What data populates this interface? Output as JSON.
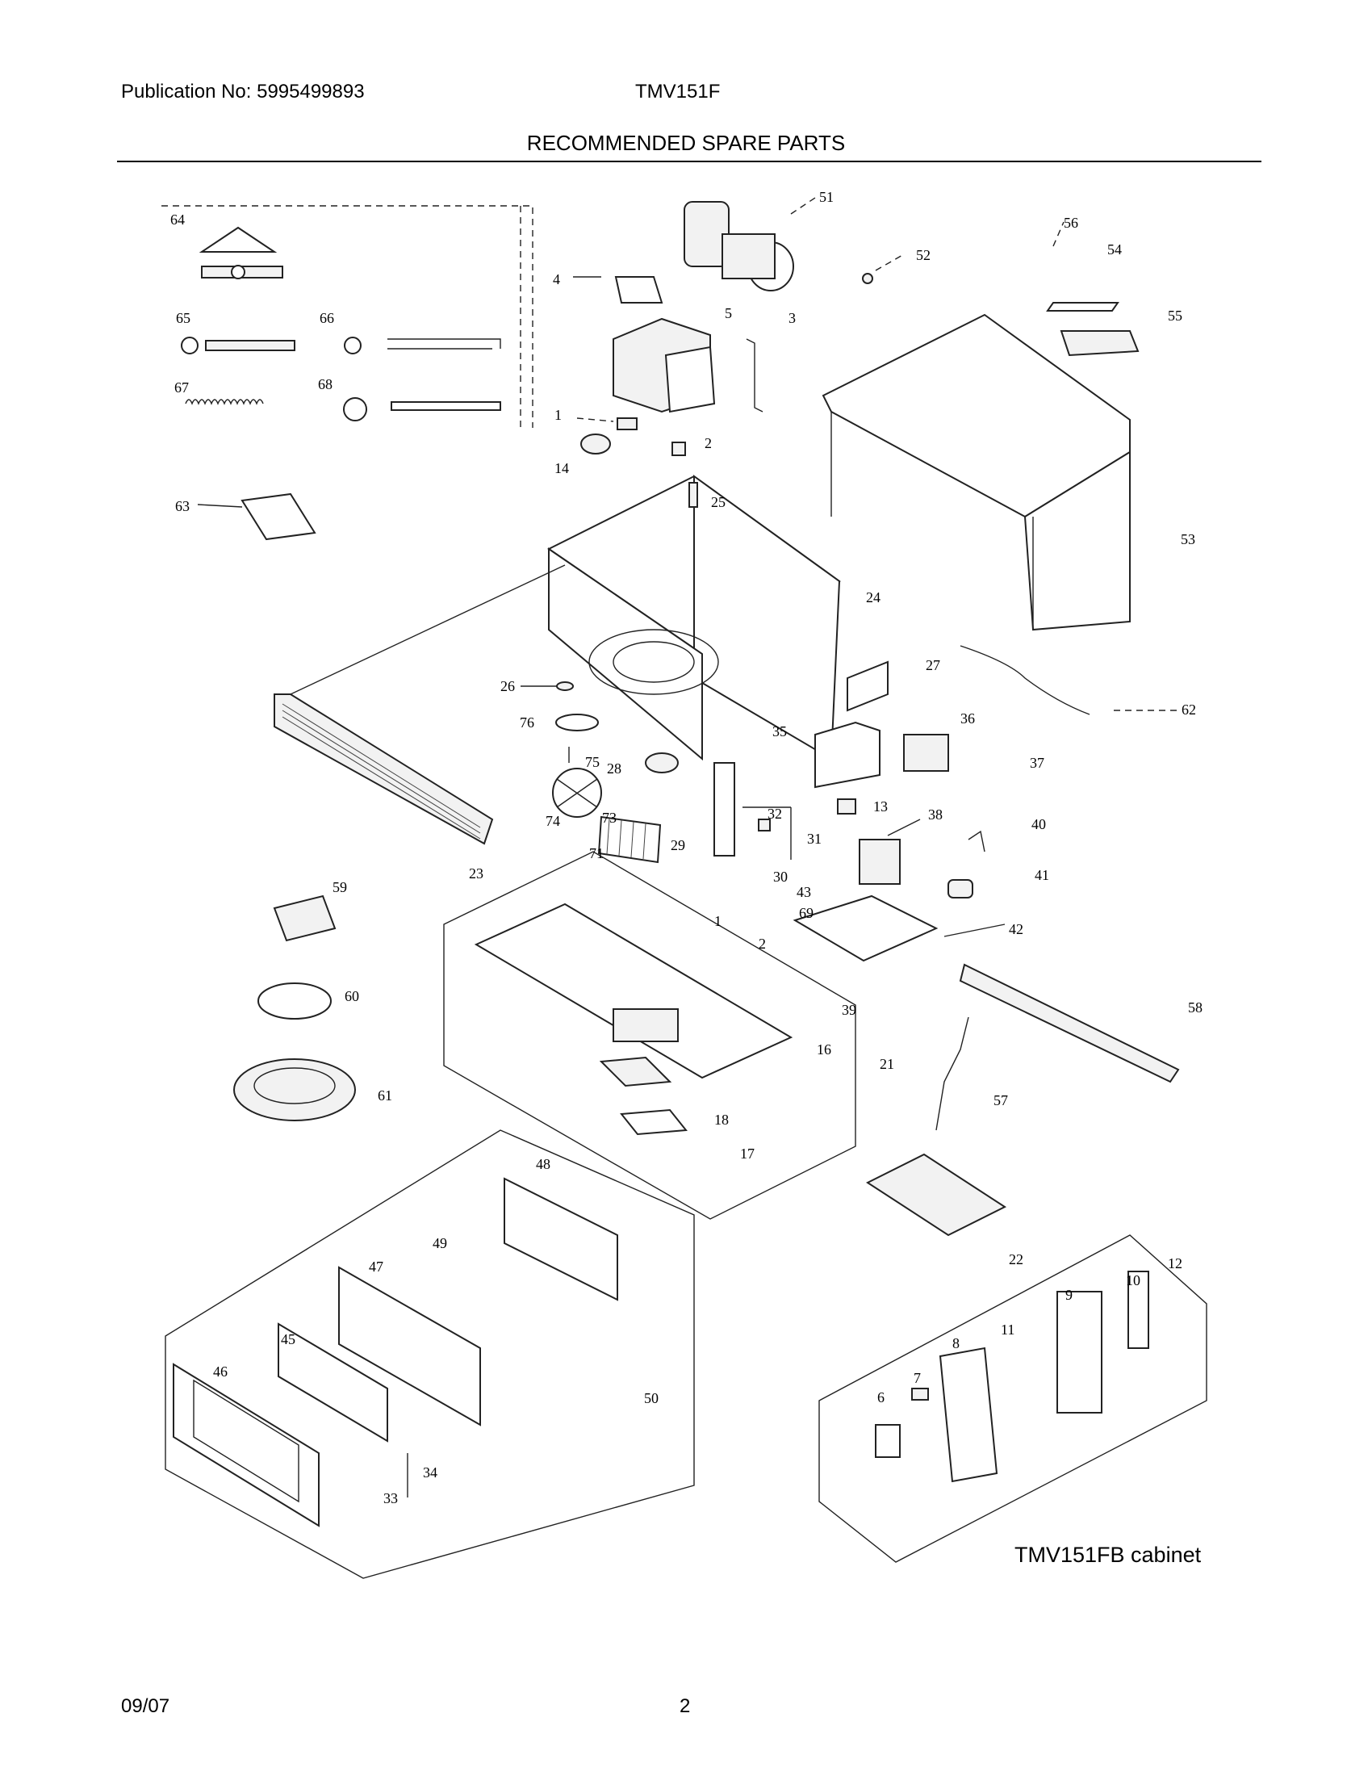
{
  "header": {
    "publication": "Publication No: 5995499893",
    "model": "TMV151F",
    "title": "RECOMMENDED SPARE PARTS"
  },
  "diagram": {
    "callouts": [
      "1",
      "2",
      "3",
      "4",
      "5",
      "6",
      "7",
      "8",
      "9",
      "10",
      "11",
      "12",
      "13",
      "14",
      "16",
      "17",
      "18",
      "21",
      "22",
      "23",
      "24",
      "25",
      "26",
      "27",
      "28",
      "29",
      "30",
      "31",
      "32",
      "33",
      "34",
      "35",
      "36",
      "37",
      "38",
      "39",
      "40",
      "41",
      "42",
      "43",
      "45",
      "46",
      "47",
      "48",
      "49",
      "50",
      "51",
      "52",
      "53",
      "54",
      "55",
      "56",
      "57",
      "58",
      "59",
      "60",
      "61",
      "62",
      "63",
      "64",
      "65",
      "66",
      "67",
      "68",
      "69",
      "71",
      "73",
      "74",
      "75",
      "76",
      "1",
      "2"
    ],
    "cabinet_label": "TMV151FB cabinet"
  },
  "footer": {
    "date": "09/07",
    "page": "2"
  }
}
